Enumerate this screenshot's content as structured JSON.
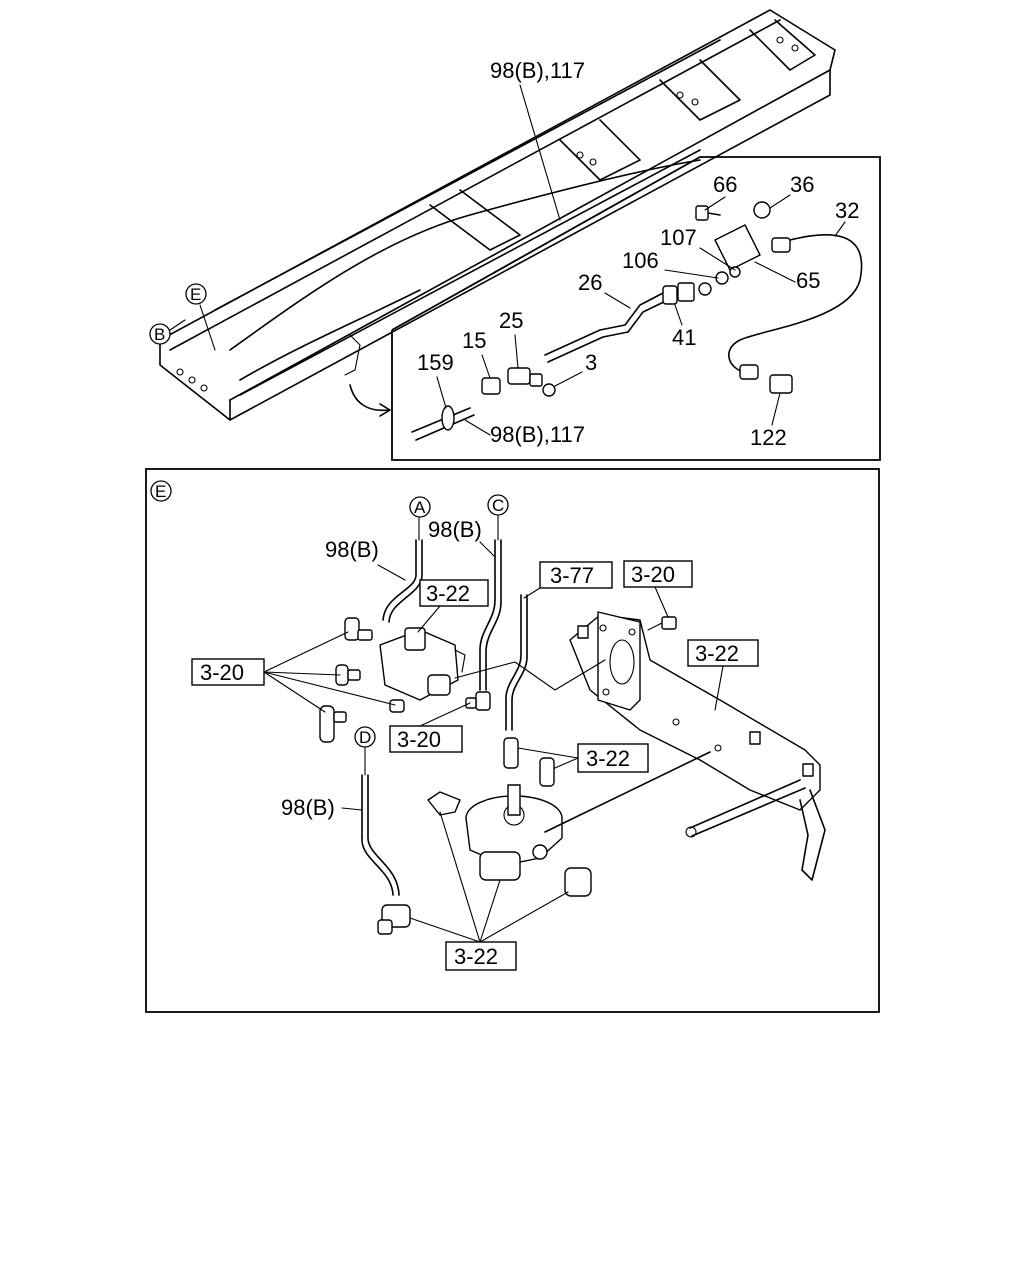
{
  "diagram": {
    "top_labels": {
      "main_hose": "98(B),117",
      "n66": "66",
      "n36": "36",
      "n32": "32",
      "n107": "107",
      "n106": "106",
      "n65": "65",
      "n26": "26",
      "n25": "25",
      "n41": "41",
      "n15": "15",
      "n159": "159",
      "n3": "3",
      "inset_hose": "98(B),117",
      "n122": "122"
    },
    "markers": {
      "E": "E",
      "B": "B",
      "A": "A",
      "C": "C",
      "D": "D"
    },
    "detail_labels": {
      "hose_a": "98(B)",
      "hose_c": "98(B)",
      "hose_d": "98(B)",
      "ref_3_77": "3-77",
      "ref_3_20_top": "3-20",
      "ref_3_22_valve": "3-22",
      "ref_3_22_bracket": "3-22",
      "ref_3_20_left": "3-20",
      "ref_3_20_mid": "3-20",
      "ref_3_22_fittings": "3-22",
      "ref_3_22_bottom": "3-22"
    }
  }
}
